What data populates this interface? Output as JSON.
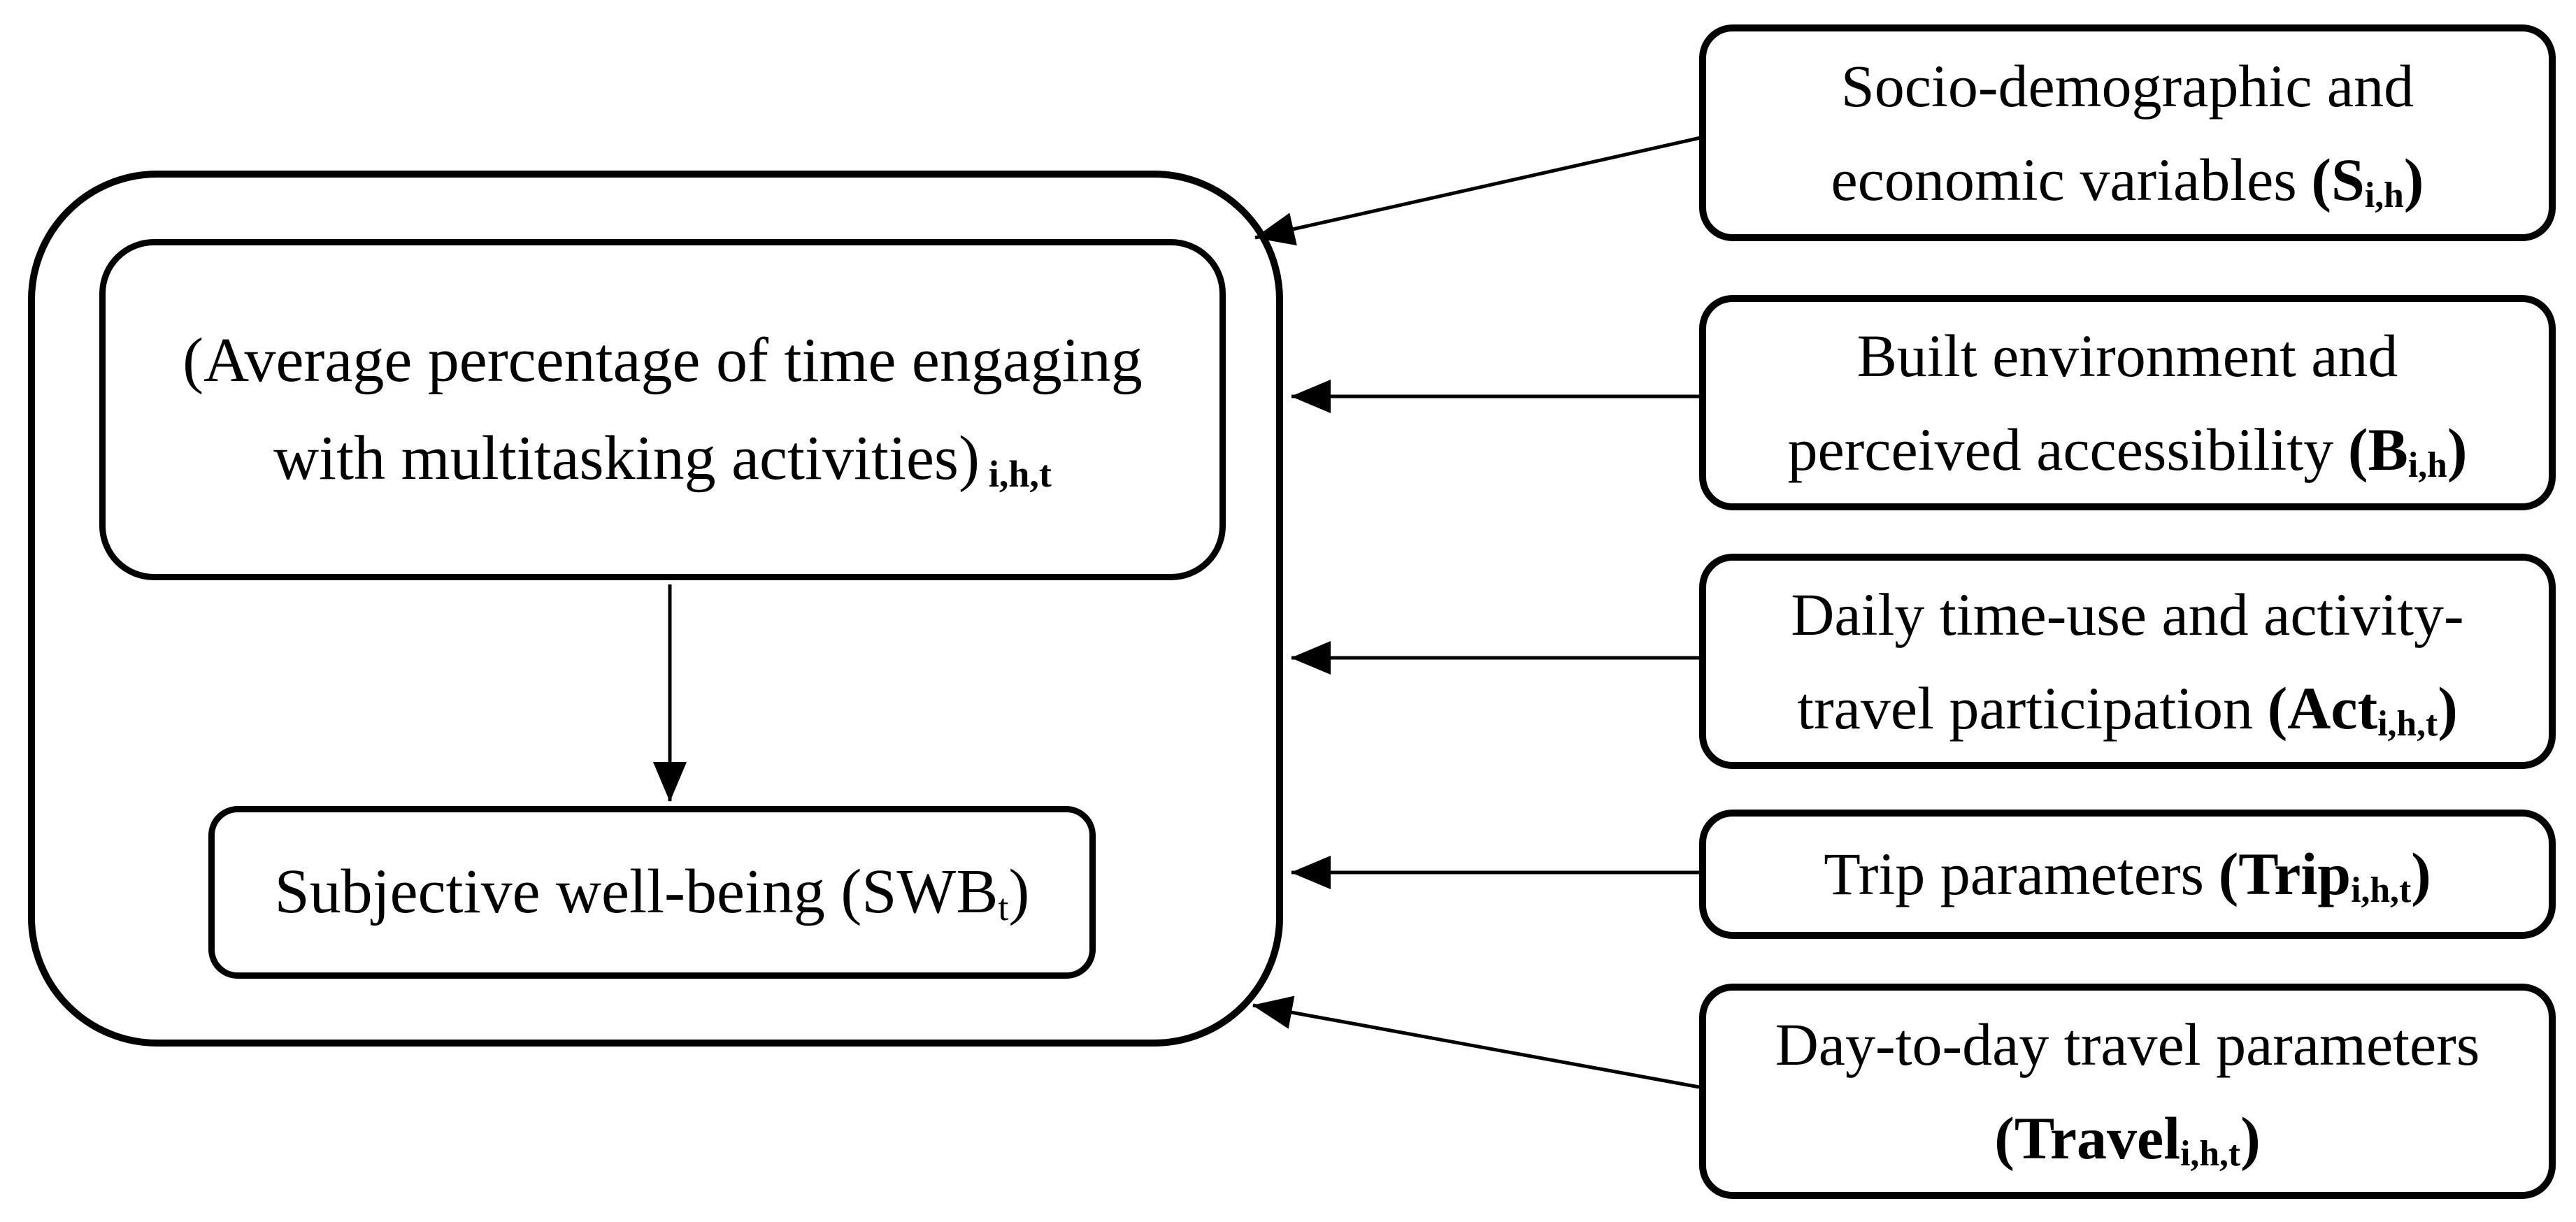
{
  "colors": {
    "ink": "#000000",
    "paper": "#ffffff"
  },
  "left_panel": {
    "multitask_box": {
      "line1": "(Average percentage of time engaging",
      "line2_text": "with multitasking activities)",
      "line2_sub": "i,h,t"
    },
    "swb_box": {
      "text": "Subjective well-being (SWB",
      "sub": "t",
      "close": ")"
    }
  },
  "right_panel": {
    "boxes": [
      {
        "line1": "Socio-demographic and",
        "line2": "economic variables",
        "var_open": "(S",
        "var_sub": "i,h",
        "var_close": ")"
      },
      {
        "line1": "Built environment and",
        "line2": "perceived accessibility",
        "var_open": "(B",
        "var_sub": "i,h",
        "var_close": ")"
      },
      {
        "line1": "Daily time-use and activity-",
        "line2": "travel participation",
        "var_open": "(Act",
        "var_sub": "i,h,t",
        "var_close": ")"
      },
      {
        "line1": "Trip parameters",
        "var_open": "(Trip",
        "var_sub": "i,h,t",
        "var_close": ")"
      },
      {
        "line1": "Day-to-day travel parameters",
        "var_open": "(Travel",
        "var_sub": "i,h,t",
        "var_close": ")"
      }
    ]
  },
  "edges": [
    {
      "from": "multitasking-box",
      "to": "swb-box",
      "style": "arrow"
    },
    {
      "from": "box-socio-demographic",
      "to": "model-outer-box",
      "style": "arrow"
    },
    {
      "from": "box-built-environment",
      "to": "model-outer-box",
      "style": "arrow"
    },
    {
      "from": "box-daily-time-use",
      "to": "model-outer-box",
      "style": "arrow"
    },
    {
      "from": "box-trip-parameters",
      "to": "model-outer-box",
      "style": "arrow"
    },
    {
      "from": "box-day-to-day-travel",
      "to": "model-outer-box",
      "style": "arrow"
    }
  ]
}
